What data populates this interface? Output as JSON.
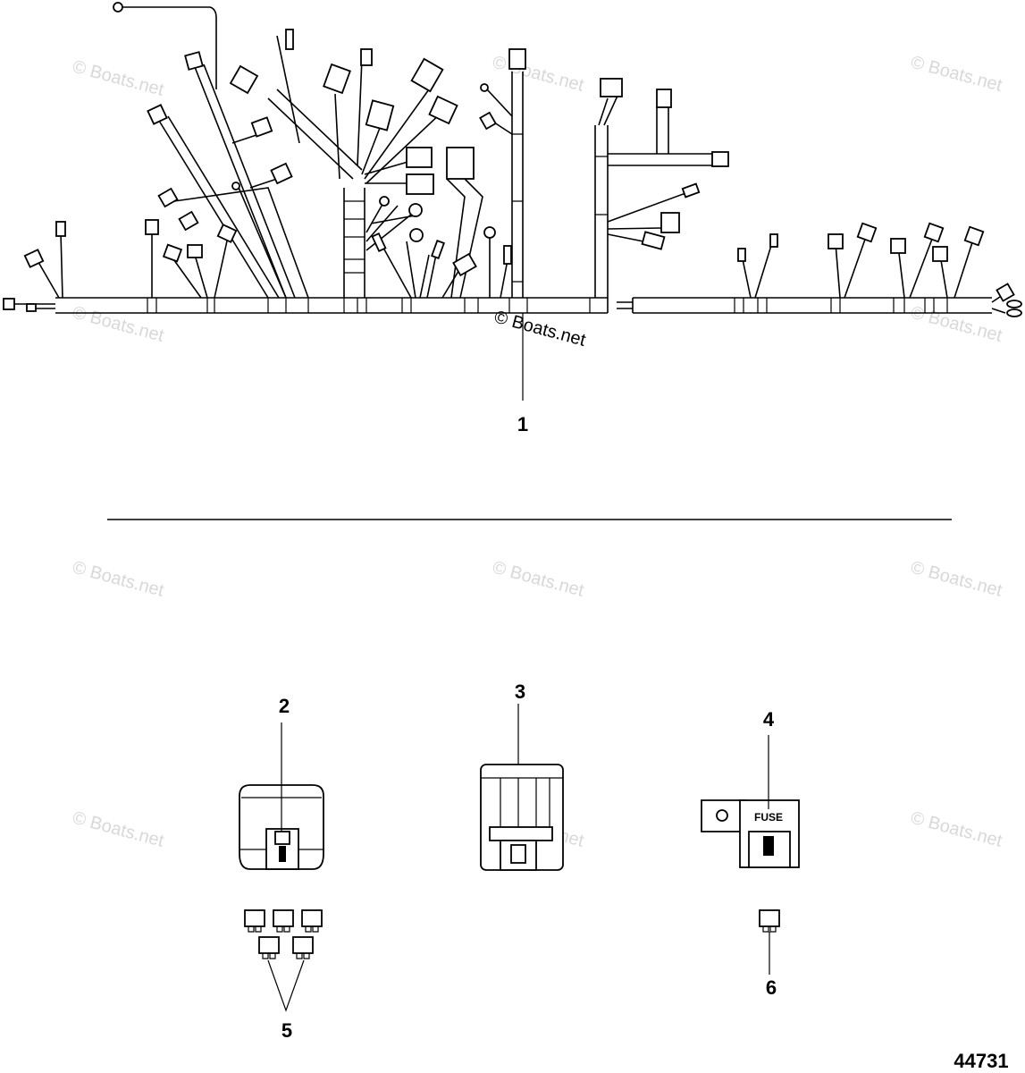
{
  "callouts": {
    "c1": "1",
    "c2": "2",
    "c3": "3",
    "c4": "4",
    "c5": "5",
    "c6": "6"
  },
  "drawing_number": "44731",
  "watermark": "© Boats.net",
  "fuse_label": "FUSE"
}
